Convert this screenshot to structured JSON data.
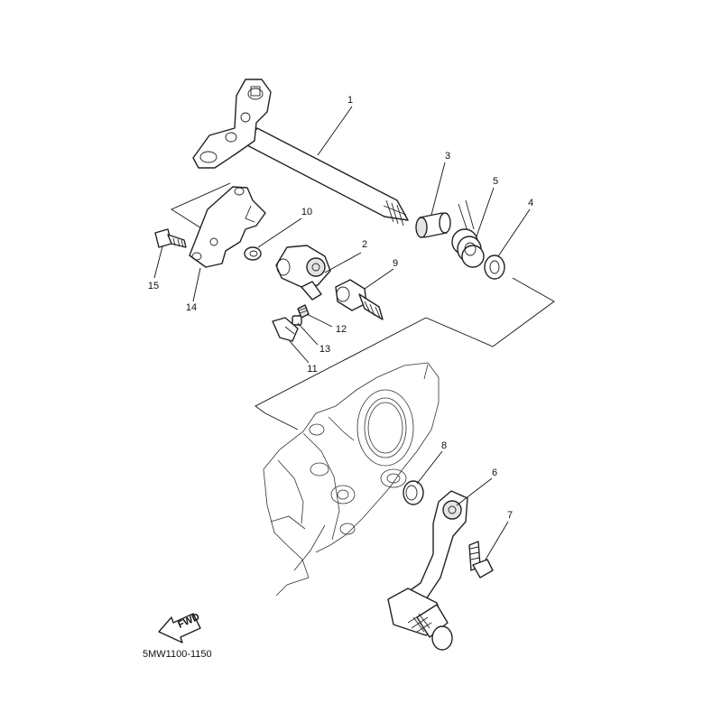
{
  "callouts": [
    {
      "id": "1",
      "label": "1"
    },
    {
      "id": "2",
      "label": "2"
    },
    {
      "id": "3",
      "label": "3"
    },
    {
      "id": "4",
      "label": "4"
    },
    {
      "id": "5",
      "label": "5"
    },
    {
      "id": "6",
      "label": "6"
    },
    {
      "id": "7",
      "label": "7"
    },
    {
      "id": "8",
      "label": "8"
    },
    {
      "id": "9",
      "label": "9"
    },
    {
      "id": "10",
      "label": "10"
    },
    {
      "id": "11",
      "label": "11"
    },
    {
      "id": "12",
      "label": "12"
    },
    {
      "id": "13",
      "label": "13"
    },
    {
      "id": "14",
      "label": "14"
    },
    {
      "id": "15",
      "label": "15"
    }
  ],
  "fwd_label": "FWD",
  "diagram_code": "5MW1100-1150",
  "colors": {
    "line": "#222222",
    "background": "#ffffff",
    "shade": "#e4e4e4"
  }
}
